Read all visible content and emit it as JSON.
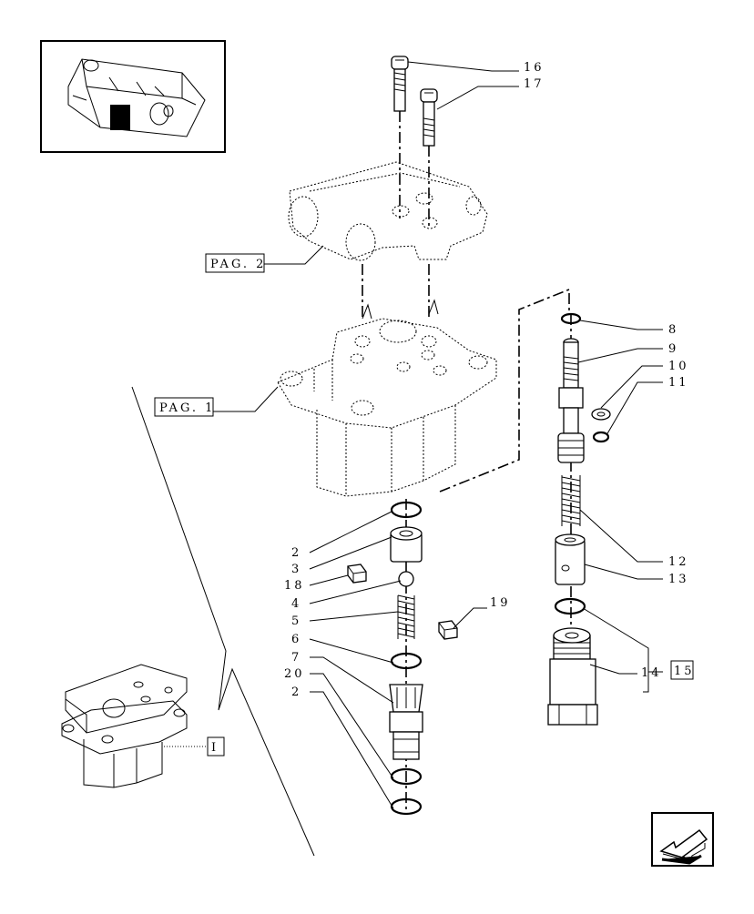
{
  "callouts": {
    "c16": "16",
    "c17": "17",
    "c8": "8",
    "c9": "9",
    "c10": "10",
    "c11": "11",
    "c12": "12",
    "c13": "13",
    "c14": "14",
    "c15": "15",
    "c19": "19",
    "c2a": "2",
    "c3": "3",
    "c18": "18",
    "c4": "4",
    "c5": "5",
    "c6": "6",
    "c7": "7",
    "c20": "20",
    "c2b": "2"
  },
  "refs": {
    "pag2": "PAG. 2",
    "pag1": "PAG. 1",
    "view_i": "I"
  },
  "icons": {
    "nav": "arrow-back-icon",
    "thumb": "assembly-thumbnail"
  }
}
